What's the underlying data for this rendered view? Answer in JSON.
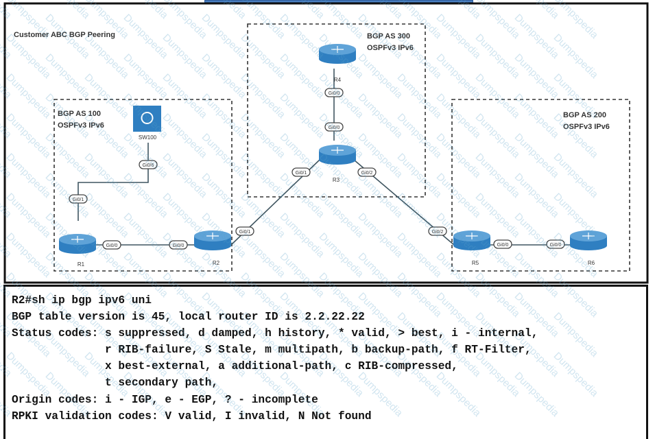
{
  "diagram": {
    "title": "Customer ABC BGP Peering",
    "as_groups": [
      {
        "as": "BGP AS 100",
        "igp": "OSPFv3 IPv6"
      },
      {
        "as": "BGP AS 300",
        "igp": "OSPFv3 IPv6"
      },
      {
        "as": "BGP AS 200",
        "igp": "OSPFv3 IPv6"
      }
    ],
    "devices": {
      "sw100": "SW100",
      "r1": "R1",
      "r2": "R2",
      "r3": "R3",
      "r4": "R4",
      "r5": "R5",
      "r6": "R6"
    },
    "interfaces": {
      "sw100_r1_sw": "Gi0/6",
      "sw100_r1_r1": "Gi0/1",
      "r1_r2_r1": "Gi0/0",
      "r1_r2_r2": "Gi0/0",
      "r2_r3_r2": "Gi0/1",
      "r2_r3_r3": "Gi0/1",
      "r4_r3_r4": "Gi0/0",
      "r4_r3_r3": "Gi0/0",
      "r3_r5_r3": "Gi0/2",
      "r3_r5_r5": "Gi0/2",
      "r5_r6_r5": "Gi0/0",
      "r5_r6_r6": "Gi0/0"
    },
    "colors": {
      "device": "#2f7fc1",
      "device_top": "#5fa3d8",
      "line": "#3f5560"
    }
  },
  "cli": {
    "lines": [
      "R2#sh ip bgp ipv6 uni",
      "BGP table version is 45, local router ID is 2.2.22.22",
      "Status codes: s suppressed, d damped, h history, * valid, > best, i - internal,",
      "              r RIB-failure, S Stale, m multipath, b backup-path, f RT-Filter,",
      "              x best-external, a additional-path, c RIB-compressed,",
      "              t secondary path,",
      "Origin codes: i - IGP, e - EGP, ? - incomplete",
      "RPKI validation codes: V valid, I invalid, N Not found"
    ]
  },
  "watermark": "Dumpspedia"
}
